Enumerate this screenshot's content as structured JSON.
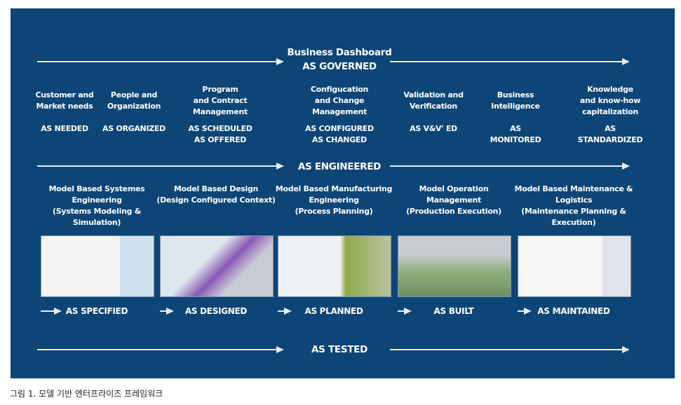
{
  "top": {
    "title": "Business Dashboard",
    "state": "AS GOVERNED"
  },
  "domains": [
    {
      "name": "Customer and\nMarket needs",
      "state": "AS NEEDED"
    },
    {
      "name": "People and\nOrganization",
      "state": "AS ORGANIZED"
    },
    {
      "name": "Program\nand Contract\nManagement",
      "state": "AS SCHEDULED\nAS OFFERED"
    },
    {
      "name": "Configucation\nand Change\nManagement",
      "state": "AS CONFIGURED\nAS CHANGED"
    },
    {
      "name": "Validation and\nVerification",
      "state": "AS V&V' ED"
    },
    {
      "name": "Business\nIntelligence",
      "state": "AS\nMONITORED"
    },
    {
      "name": "Knowledge\nand know-how\ncapitalization",
      "state": "AS\nSTANDARDIZED"
    }
  ],
  "engineered": "AS ENGINEERED",
  "phases": [
    {
      "name": "Model Based Systemes\nEngineering\n(Systems Modeling &\nSimulation)",
      "state": "AS SPECIFIED"
    },
    {
      "name": "Model Based Design\n(Design Configured Context)",
      "state": "AS DESIGNED"
    },
    {
      "name": "Model Based Manufacturing\nEngineering\n(Process Planning)",
      "state": "AS PLANNED"
    },
    {
      "name": "Model Operation\nManagement\n(Production Execution)",
      "state": "AS BUILT"
    },
    {
      "name": "Model Based Maintenance &\nLogistics\n(Maintenance Planning &\nExecution)",
      "state": "AS MAINTAINED"
    }
  ],
  "tested": "AS TESTED",
  "caption": "그림 1. 모델 기반 엔터프라이즈 프레임워크",
  "colors": {
    "panel": "#0d4577",
    "arrow": "#e8eef5"
  }
}
